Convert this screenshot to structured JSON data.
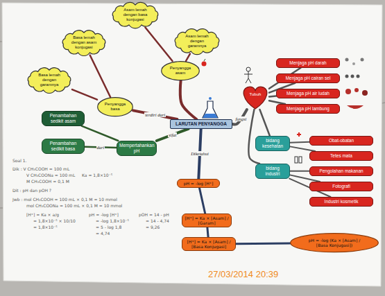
{
  "diagram": {
    "nodes": [
      {
        "text": [
          "LARUTAN PENYANGGA"
        ]
      },
      {
        "text": [
          "Penyangga asam"
        ]
      },
      {
        "text": [
          "Asam lemah dengan basa konjugasi"
        ]
      },
      {
        "text": [
          "Asam lemah dengan garamnya"
        ]
      },
      {
        "text": [
          "Penyangga basa"
        ]
      },
      {
        "text": [
          "Basa lemah dengan asam konjugasi"
        ]
      },
      {
        "text": [
          "Basa lemah dengan garamnya"
        ]
      },
      {
        "text": [
          "Mempertahankan pH"
        ]
      },
      {
        "text": [
          "Penambahan sedikit asam"
        ]
      },
      {
        "text": [
          "Penambahan sedikit basa"
        ]
      },
      {
        "text": [
          "Tubuh"
        ]
      },
      {
        "text": [
          "Menjaga pH darah"
        ]
      },
      {
        "text": [
          "Menjaga pH cairan sel"
        ]
      },
      {
        "text": [
          "Menjaga pH air ludah"
        ]
      },
      {
        "text": [
          "Menjaga pH lambung"
        ]
      },
      {
        "text": [
          "bidang kesehatan"
        ]
      },
      {
        "text": [
          "bidang industri"
        ]
      },
      {
        "text": [
          "Obat-obatan"
        ]
      },
      {
        "text": [
          "Tetes mata"
        ]
      },
      {
        "text": [
          "Pengolahan makanan"
        ]
      },
      {
        "text": [
          "Fotografi"
        ]
      },
      {
        "text": [
          "Industri kosmetik"
        ]
      },
      {
        "text": [
          "pH = -log [H⁺]"
        ]
      },
      {
        "text": [
          "[H⁺] = Ka × [Asam] / [Garam]"
        ]
      },
      {
        "text": [
          "[H⁺] = Ka × [Asam] / [Basa Konjugasi]"
        ]
      },
      {
        "text": [
          "pH = -log (Ka × [Asam] / [Basa Konjugasi])"
        ]
      }
    ],
    "edges": [
      {
        "from": 0,
        "to": 1,
        "arrow": "none"
      },
      {
        "from": 1,
        "to": 2,
        "arrow": "none"
      },
      {
        "from": 1,
        "to": 3,
        "arrow": "none"
      },
      {
        "from": 0,
        "to": 4,
        "label": "terdiri dari",
        "arrow": "none"
      },
      {
        "from": 4,
        "to": 5,
        "arrow": "none"
      },
      {
        "from": 4,
        "to": 6,
        "arrow": "none"
      },
      {
        "from": 0,
        "to": 7,
        "label": "sifat",
        "arrow": "none"
      },
      {
        "from": 7,
        "to": 8,
        "arrow": "none"
      },
      {
        "from": 7,
        "to": 9,
        "label": "dari",
        "arrow": "none"
      },
      {
        "from": 0,
        "to": 10,
        "label": "fungsi",
        "arrow": "none"
      },
      {
        "from": 10,
        "to": 11,
        "arrow": "none"
      },
      {
        "from": 10,
        "to": 12,
        "arrow": "none"
      },
      {
        "from": 10,
        "to": 13,
        "arrow": "none"
      },
      {
        "from": 10,
        "to": 14,
        "arrow": "none"
      },
      {
        "from": 10,
        "to": 15,
        "arrow": "none"
      },
      {
        "from": 10,
        "to": 16,
        "arrow": "none"
      },
      {
        "from": 15,
        "to": 17,
        "arrow": "none"
      },
      {
        "from": 15,
        "to": 18,
        "arrow": "none"
      },
      {
        "from": 16,
        "to": 19,
        "arrow": "none"
      },
      {
        "from": 16,
        "to": 20,
        "arrow": "none"
      },
      {
        "from": 16,
        "to": 21,
        "arrow": "none"
      },
      {
        "from": 0,
        "to": 22,
        "label": "Diketahui",
        "arrow": "none"
      },
      {
        "from": 22,
        "to": 23,
        "arrow": "none"
      },
      {
        "from": 23,
        "to": 24,
        "arrow": "none"
      },
      {
        "from": 24,
        "to": 25,
        "arrow": "none"
      }
    ],
    "labels": [
      "Soal 1.",
      "Dik : V CH₃COOH = 100 mL",
      "V CH₃COONa = 100 mL",
      "M CH₃COOH = 0,1 M",
      "Ka = 1,8×10⁻⁵",
      "Dit : pH dan pOH ?",
      "Jwb : mol CH₃COOH = 100 mL × 0,1 M = 10 mmol",
      "mol CH₃COONa = 100 mL × 0,1 M = 10 mmol",
      "[H⁺] = Ka × a/g",
      "= 1,8×10⁻⁵ × 10/10",
      "= 1,8×10⁻⁵",
      "pH = -log [H⁺]",
      "= -log 1,8×10⁻⁵",
      "= 5 - log 1,8",
      "= 4,74",
      "pOH = 14 - pH",
      "= 14 - 4,74",
      "= 9,26",
      "27/03/2014 20:39"
    ]
  }
}
